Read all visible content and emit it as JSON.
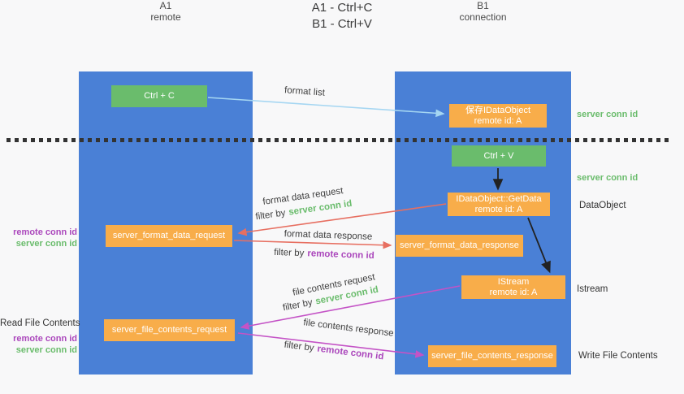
{
  "title": {
    "line1": "A1 - Ctrl+C",
    "line2": "B1 - Ctrl+V"
  },
  "lanes": {
    "left": {
      "name": "A1",
      "subtitle": "remote"
    },
    "right": {
      "name": "B1",
      "subtitle": "connection"
    }
  },
  "nodes": {
    "ctrl_c": "Ctrl + C",
    "ctrl_v": "Ctrl + V",
    "save_idataobject": {
      "line1": "保存IDataObject",
      "line2": "remote id: A"
    },
    "getdata": {
      "line1": "IDataObject::GetData",
      "line2": "remote id: A"
    },
    "istream": {
      "line1": "IStream",
      "line2": "remote id: A"
    },
    "format_request": "server_format_data_request",
    "format_response": "server_format_data_response",
    "file_request": "server_file_contents_request",
    "file_response": "server_file_contents_response"
  },
  "flow": {
    "format_list": "format list",
    "format_data_request": "format data request",
    "format_data_response": "format data response",
    "file_contents_request": "file contents request",
    "file_contents_response": "file contents response",
    "filter_by": "filter by",
    "server_conn_id": "server conn id",
    "remote_conn_id": "remote conn id"
  },
  "side_labels": {
    "left": {
      "remote_conn_id": "remote conn id",
      "server_conn_id": "server conn id",
      "read_file_contents": "Read File Contents"
    },
    "right": {
      "server_conn_id_top": "server conn id",
      "server_conn_id_mid": "server conn id",
      "dataobject": "DataObject",
      "istream": "Istream",
      "write_file_contents": "Write File Contents"
    }
  },
  "colors": {
    "background": "#f8f8f9",
    "lane_blue": "#4a80d6",
    "node_green": "#6abc6c",
    "node_orange": "#f8ad4a",
    "arrow_lightblue": "#a5d6f2",
    "arrow_red": "#e76f61",
    "arrow_magenta": "#c453c6",
    "arrow_black": "#222222",
    "text_green": "#6abc6c",
    "text_purple": "#ab47bc",
    "text_dark": "#3c3c3c"
  }
}
